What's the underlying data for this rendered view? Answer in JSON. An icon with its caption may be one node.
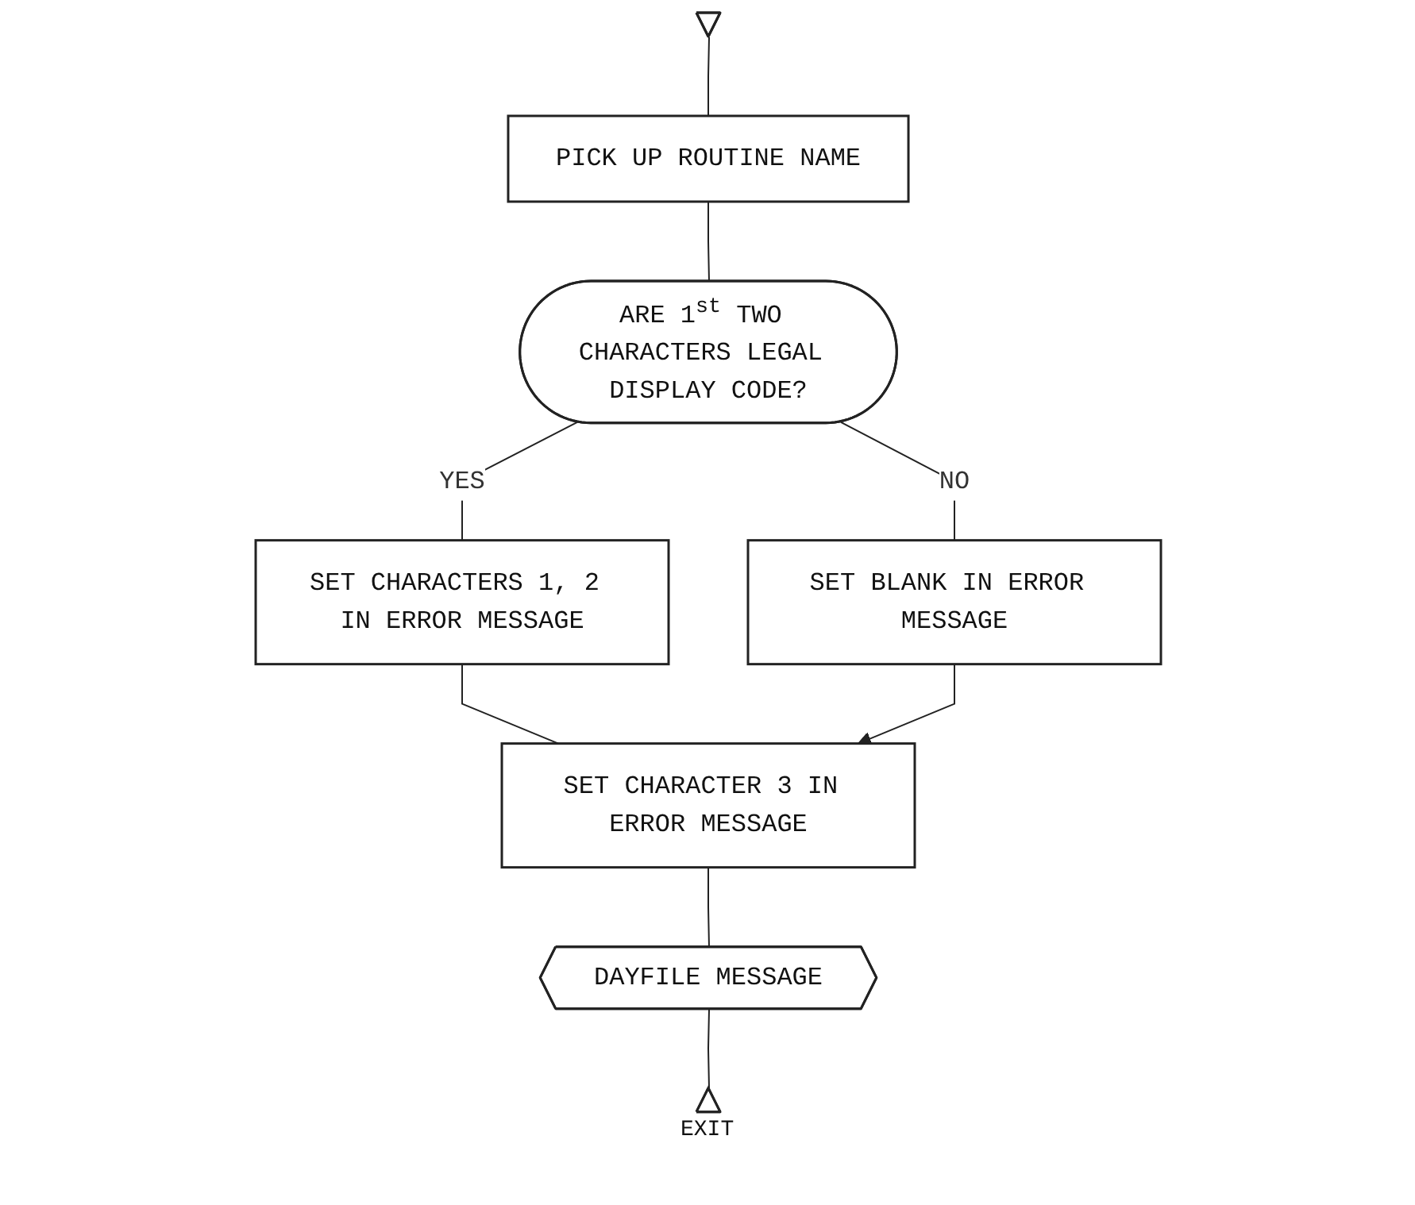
{
  "diagram": {
    "nodes": [
      {
        "text": [],
        "shape": "triangle"
      },
      {
        "text": [
          "PICK UP ROUTINE NAME"
        ]
      },
      {
        "text": [
          "ARE 1$^{st}$ TWO CHARACTERS LEGAL DISPLAY CODE?"
        ]
      },
      {
        "text": [
          "SET BLANK IN ERROR MESSAGE"
        ]
      },
      {
        "text": [
          "SET CHARACTERS 1, 2 IN ERROR MESSAGE"
        ]
      },
      {
        "text": [
          "SET CHARACTER 3 IN ERROR MESSAGE"
        ]
      },
      {
        "text": [
          "DAYFILE MESSAGE"
        ]
      },
      {
        "text": [],
        "shape": "triangle",
        "beside": [
          "EXIT"
        ]
      }
    ],
    "edges": [
      {
        "from": 0,
        "to": 1,
        "arrow": "none"
      },
      {
        "from": 1,
        "to": 2,
        "arrow": "none"
      },
      {
        "from": 2,
        "to": 4,
        "arrow": "none",
        "label": "YES"
      },
      {
        "from": 2,
        "to": 3,
        "arrow": "none",
        "label": "NO"
      },
      {
        "from": 4,
        "to": 5,
        "arrow": "none"
      },
      {
        "from": 3,
        "to": 5,
        "arrow": "to"
      },
      {
        "from": 5,
        "to": 6,
        "arrow": "none"
      },
      {
        "from": 6,
        "to": 7,
        "arrow": "none"
      }
    ]
  }
}
